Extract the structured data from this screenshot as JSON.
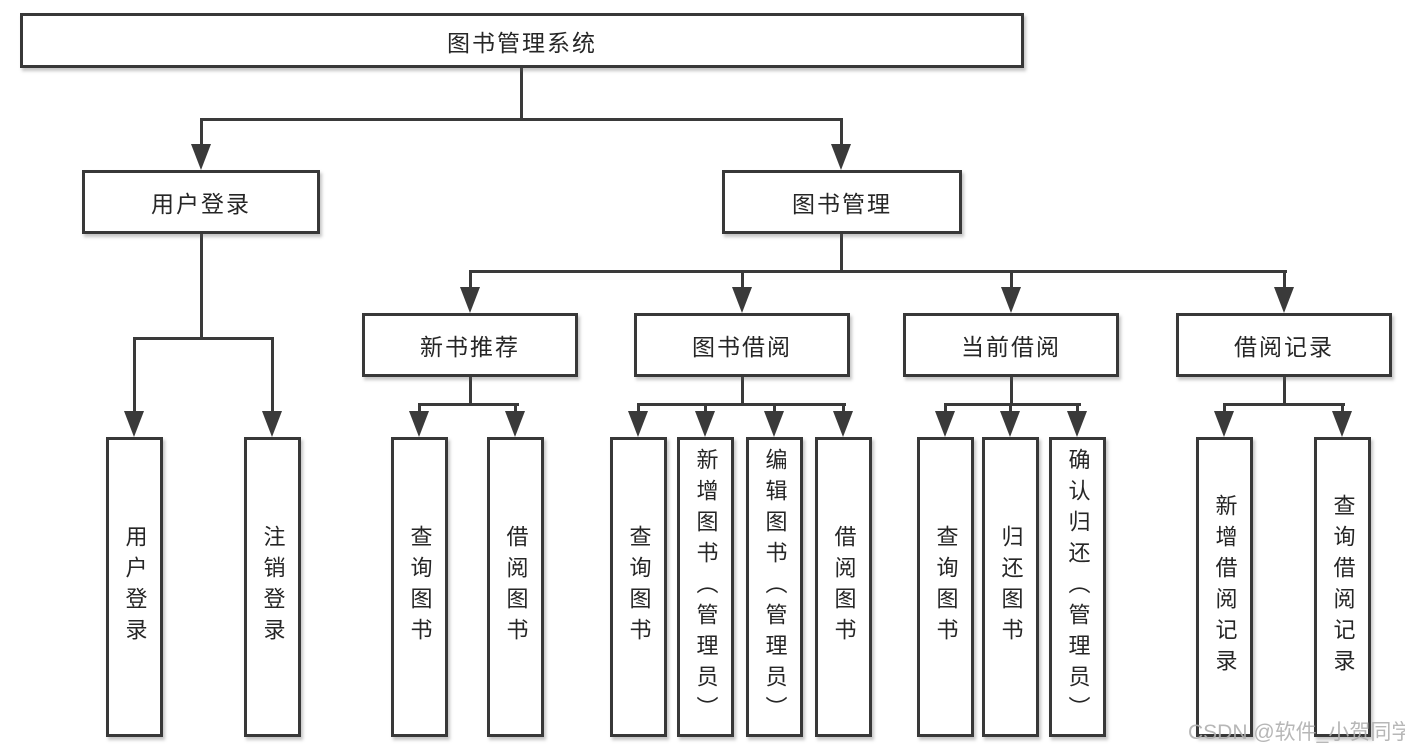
{
  "diagram": {
    "type": "hierarchy-tree",
    "root": {
      "label": "图书管理系统"
    },
    "level2": [
      {
        "label": "用户登录"
      },
      {
        "label": "图书管理"
      }
    ],
    "level3": [
      {
        "label": "新书推荐"
      },
      {
        "label": "图书借阅"
      },
      {
        "label": "当前借阅"
      },
      {
        "label": "借阅记录"
      }
    ],
    "leaves": {
      "user": [
        {
          "label": "用户登录"
        },
        {
          "label": "注销登录"
        }
      ],
      "new_books": [
        {
          "label": "查询图书"
        },
        {
          "label": "借阅图书"
        }
      ],
      "book_borrow": [
        {
          "label": "查询图书"
        },
        {
          "label": "新增图书（管理员）"
        },
        {
          "label": "编辑图书（管理员）"
        },
        {
          "label": "借阅图书"
        }
      ],
      "current_borrow": [
        {
          "label": "查询图书"
        },
        {
          "label": "归还图书"
        },
        {
          "label": "确认归还（管理员）"
        }
      ],
      "borrow_records": [
        {
          "label": "新增借阅记录"
        },
        {
          "label": "查询借阅记录"
        }
      ]
    },
    "colors": {
      "line": "#3a3a3a",
      "box_border": "#383838",
      "text": "#262626",
      "background": "#ffffff",
      "watermark": "#afafaf"
    },
    "watermark": "CSDN @软件_小贺同学"
  }
}
